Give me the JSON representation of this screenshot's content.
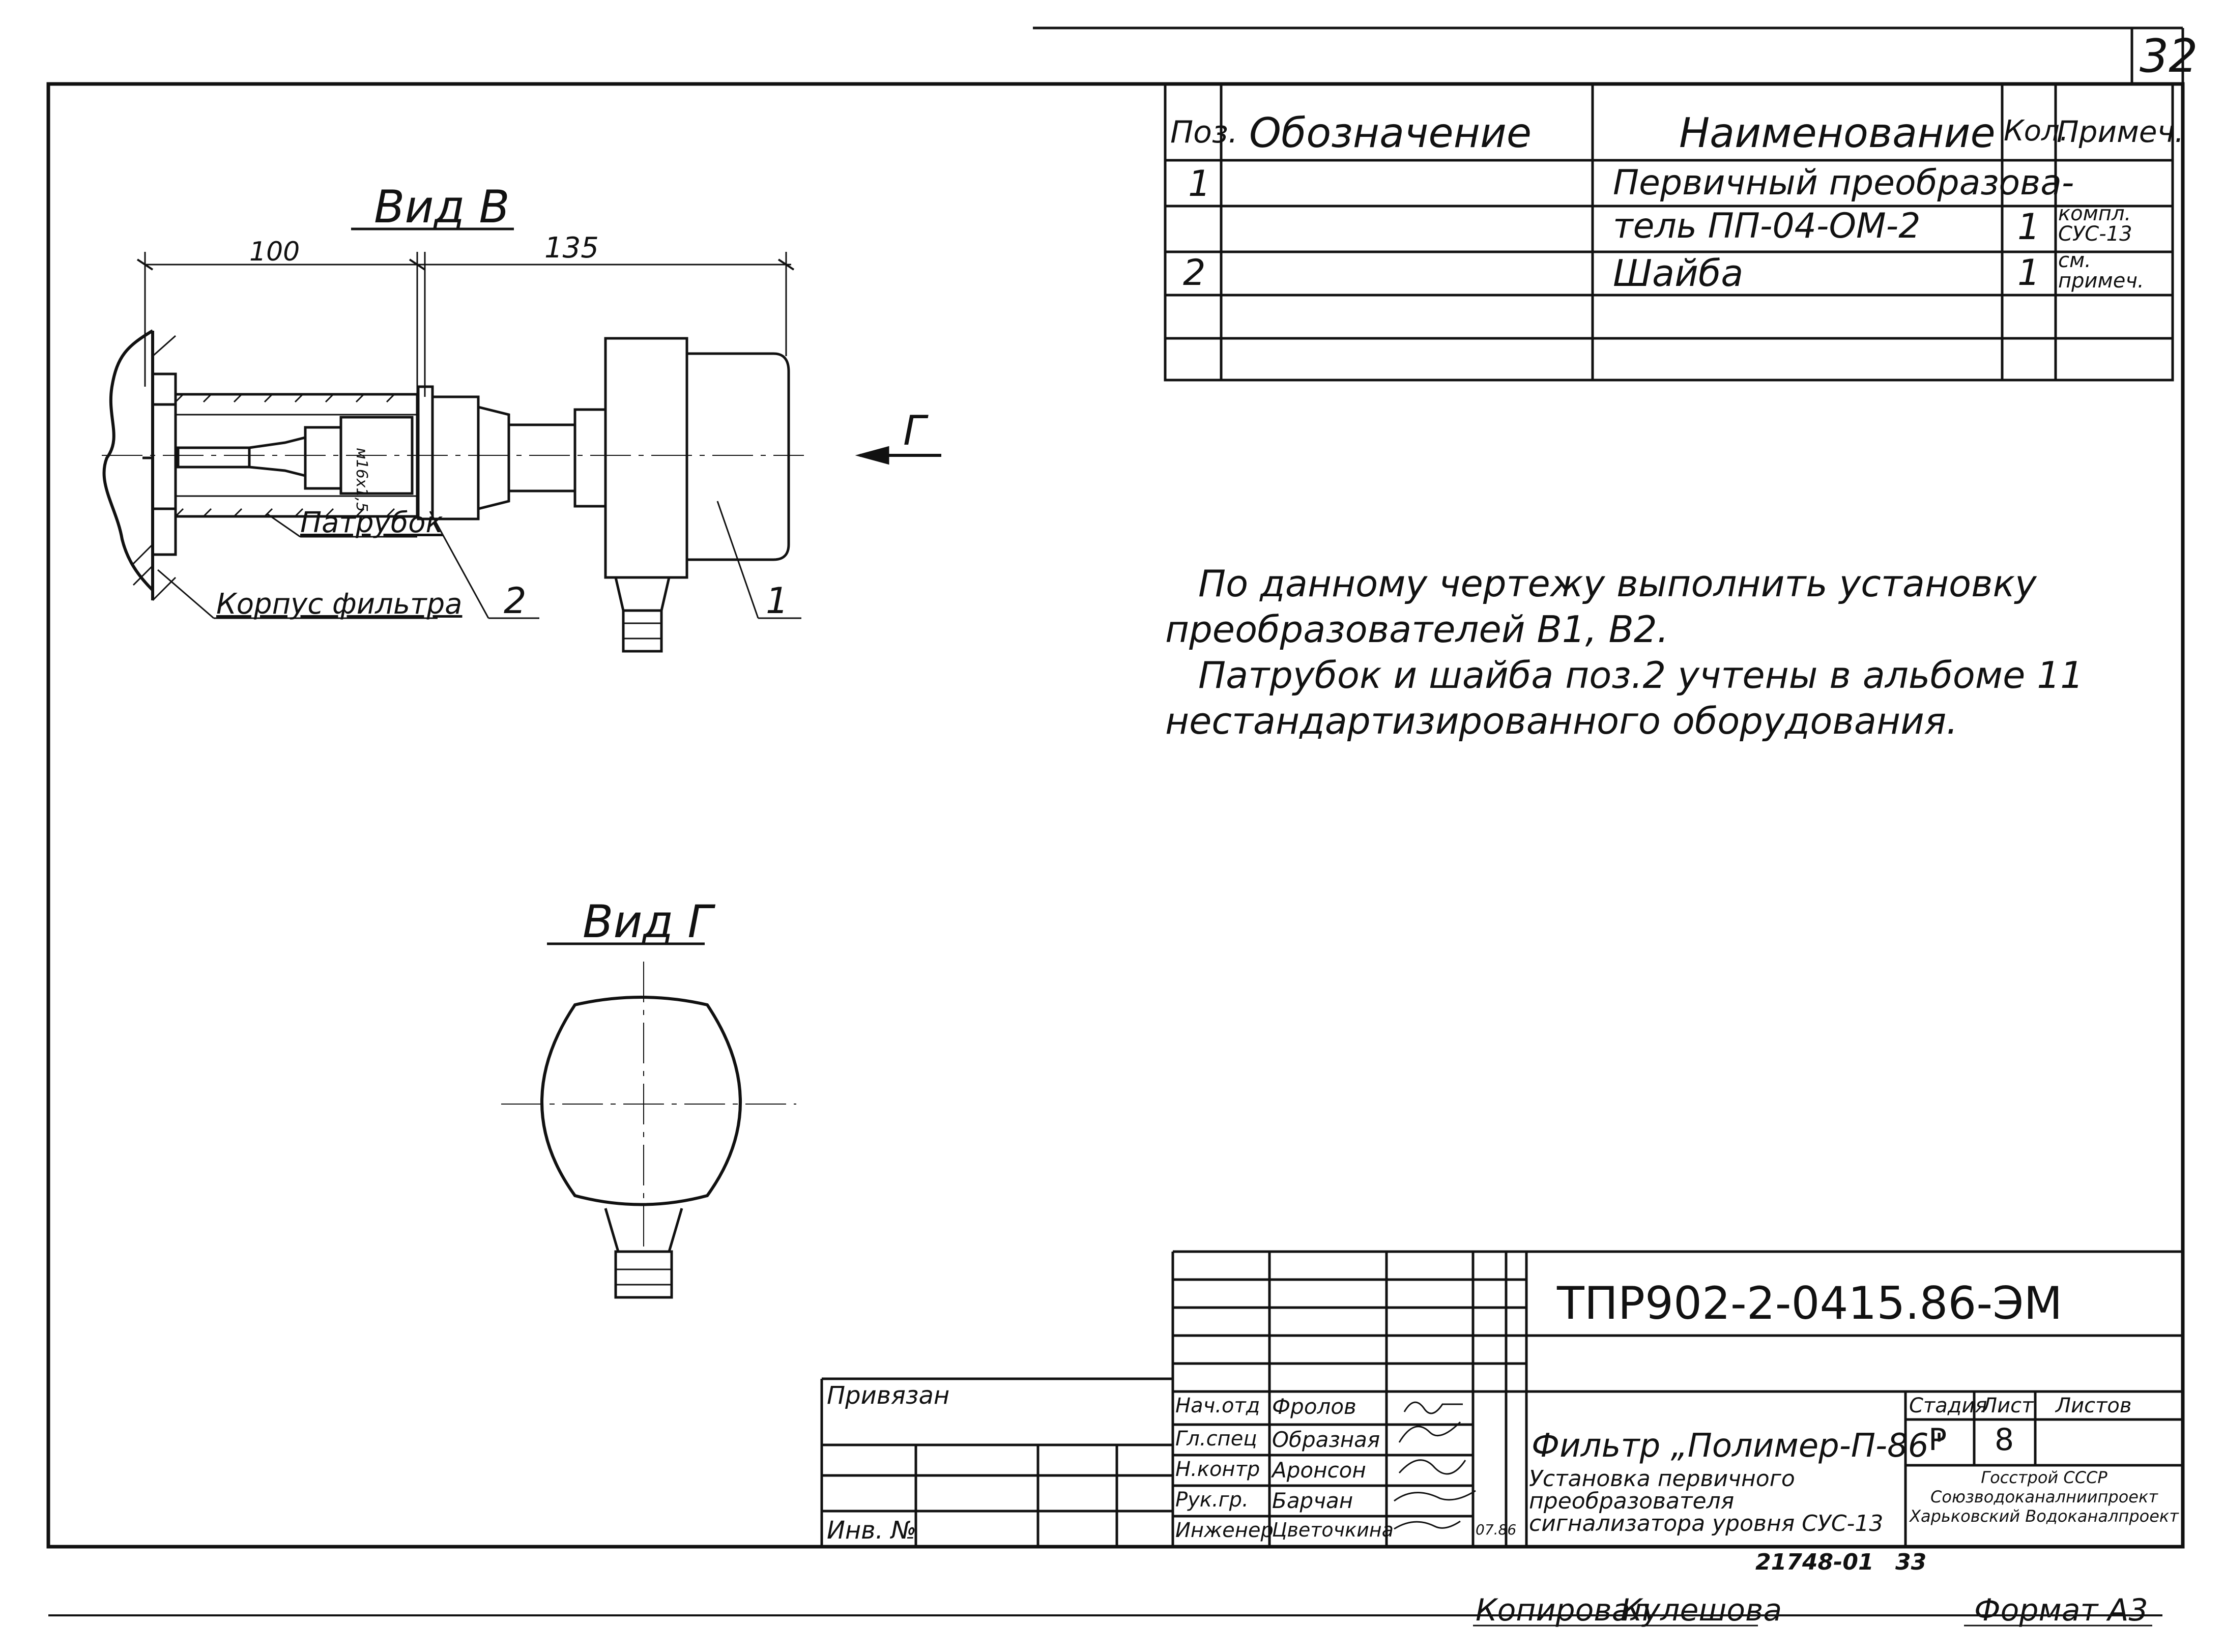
{
  "sheet_number": "32",
  "views": {
    "view_b_title": "Вид В",
    "view_g_title": "Вид Г",
    "dim_100": "100",
    "dim_135": "135",
    "arrow_label": "Г",
    "label_patrubok": "Патрубок",
    "label_korpus": "Корпус фильтра",
    "callout_2": "2",
    "callout_1": "1",
    "part_mark": "м16х1,5"
  },
  "spec_table": {
    "headers": [
      "Поз.",
      "Обозначение",
      "Наименование",
      "Кол.",
      "Примеч."
    ],
    "rows": [
      {
        "pos": "1",
        "name": "Первичный преобразова-",
        "qty": "",
        "note": ""
      },
      {
        "pos": "",
        "name": "тель ПП-04-ОМ-2",
        "qty": "1",
        "note": "компл. СУС-13"
      },
      {
        "pos": "2",
        "name": "Шайба",
        "qty": "1",
        "note": "см. примеч."
      },
      {
        "pos": "",
        "name": "",
        "qty": "",
        "note": ""
      },
      {
        "pos": "",
        "name": "",
        "qty": "",
        "note": ""
      }
    ]
  },
  "notes": {
    "line1": "По данному чертежу выполнить установку",
    "line2": "преобразователей В1, В2.",
    "line3": "Патрубок и шайба поз.2 учтены в альбоме 11",
    "line4": "нестандартизированного оборудования."
  },
  "title_block": {
    "code": "ТПР902-2-0415.86-ЭМ",
    "project": "Фильтр „Полимер-П-86\"",
    "sheet_title": "Установка первичного преобразователя сигнализатора уровня СУС-13",
    "stage_header": "Стадия",
    "sheet_header": "Лист",
    "sheets_header": "Листов",
    "stage": "Р",
    "sheet": "8",
    "org": "Госстрой СССР Союзводоканалниипроект Харьковский Водоканалпроект",
    "privyazan": "Привязан",
    "inv_no": "Инв. №",
    "roles": [
      "Нач.отд",
      "Гл.спец",
      "Н.контр",
      "Рук.гр.",
      "Инженер"
    ],
    "names": [
      "Фролов",
      "Образная",
      "Аронсон",
      "Барчан",
      "Цветочкина"
    ],
    "date": "07.86",
    "archive_number": "21748-01",
    "page_number": "33"
  },
  "footer": {
    "copied": "Копировал",
    "copier": "Кулешова",
    "format": "Формат А3"
  }
}
